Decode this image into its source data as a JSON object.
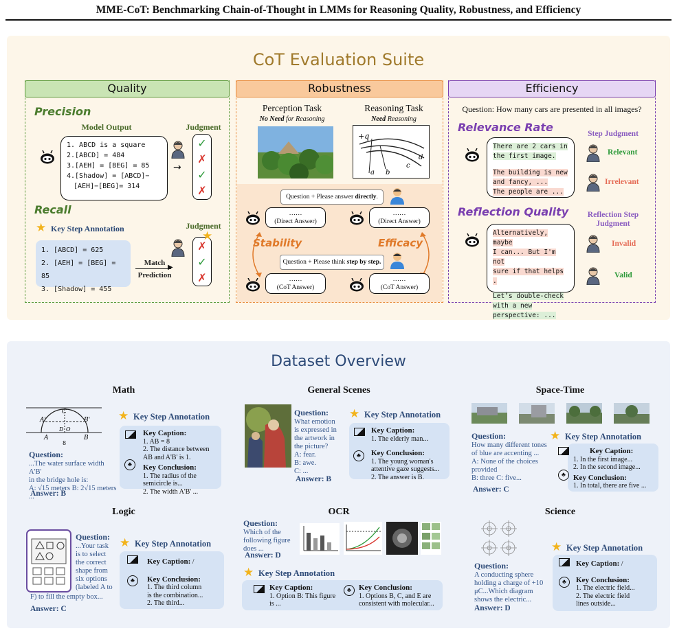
{
  "title": "MME-CoT: Benchmarking Chain-of-Thought in LMMs for Reasoning Quality, Robustness, and Efficiency",
  "suite_title": "CoT Evaluation Suite",
  "quality": {
    "header": "Quality",
    "precision": "Precision",
    "model_output": "Model Output",
    "judgment": "Judgment",
    "output_lines": [
      "1. ABCD is a square",
      "2.[ABCD] = 484",
      "3.[AEH] = [BEG] = 85",
      "4.[Shadow] = [ABCD]−",
      "[AEH]−[BEG]= 314"
    ],
    "recall": "Recall",
    "key_step": "Key Step Annotation",
    "judgment2": "Judgment",
    "recall_lines": [
      "1. [ABCD] = 625",
      "2. [AEH] = [BEG] = 85",
      "3. [Shadow] = 455"
    ],
    "match": "Match",
    "prediction": "Prediction"
  },
  "robustness": {
    "header": "Robustness",
    "perception": "Perception Task",
    "no_need_1": "No Need",
    "no_need_2": " for Reasoning",
    "reasoning": "Reasoning Task",
    "need_1": "Need",
    "need_2": " Reasoning",
    "prompt1_a": "Question + Please answer ",
    "prompt1_b": "directly",
    "prompt1_c": ".",
    "dots": "……",
    "direct": "(Direct Answer)",
    "stability": "Stability",
    "efficacy": "Efficacy",
    "prompt2_a": "Question + Please think ",
    "prompt2_b": "step by step.",
    "cot": "(CoT Answer)"
  },
  "efficiency": {
    "header": "Efficiency",
    "question": "Question: How many cars are presented in all images?",
    "relevance": "Relevance Rate",
    "step_judgment": "Step Judgment",
    "rel_lines": [
      "There are 2 cars in",
      "the first image."
    ],
    "irr_lines": [
      "The building is new",
      "and fancy, ...",
      "The people are ..."
    ],
    "relevant": "Relevant",
    "irrelevant": "Irrelevant",
    "reflection": "Reflection Quality",
    "refl_judgment_1": "Reflection Step",
    "refl_judgment_2": "Judgment",
    "inv_lines": [
      "Alternatively, maybe",
      "I can... But I'm not",
      "sure if that helps ."
    ],
    "val_lines": [
      "Let’s double-check",
      "with a new",
      "perspective: ..."
    ],
    "invalid": "Invalid",
    "valid": "Valid"
  },
  "overview_title": "Dataset Overview",
  "math": {
    "name": "Math",
    "question": "Question:",
    "q_lines": [
      "...The water surface width A'B'",
      "in the bridge hole is:",
      "A: √15 meters   B: 2√15 meters",
      "..."
    ],
    "answer": "Answer: B",
    "ksa": "Key Step Annotation",
    "caption_h": "Key Caption:",
    "caption": [
      "1. AB = 8",
      "2. The distance between",
      "AB and A'B' is 1."
    ],
    "concl_h": "Key Conclusion:",
    "concl": [
      "1. The radius of the",
      "semicircle is...",
      "2. The width A'B' ..."
    ],
    "fig": {
      "c": "C",
      "a1": "A'",
      "b1": "B'",
      "a": "A",
      "b": "B",
      "o": "O",
      "d": "D",
      "len": "8"
    }
  },
  "general": {
    "name": "General Scenes",
    "question": "Question:",
    "q_lines": [
      "What emotion",
      "is expressed in",
      "the artwork in",
      "the picture?",
      "A: fear.",
      "B: awe.",
      "C: ..."
    ],
    "answer": "Answer: B",
    "ksa": "Key Step Annotation",
    "caption_h": "Key Caption:",
    "caption": [
      "1. The elderly man..."
    ],
    "concl_h": "Key Conclusion:",
    "concl": [
      "1. The young woman's",
      "attentive gaze suggests...",
      "2. The answer is B."
    ]
  },
  "spacetime": {
    "name": "Space-Time",
    "question": "Question:",
    "q_lines": [
      "How many different tones",
      "of blue are accenting ...",
      "A: None of the choices",
      "provided",
      "B: three C: five..."
    ],
    "answer": "Answer: C",
    "ksa": "Key Step Annotation",
    "caption_h": "Key Caption:",
    "caption": [
      "1. In the first image...",
      "2. In the second image..."
    ],
    "concl_h": "Key Conclusion:",
    "concl": [
      "1. In total, there are five ..."
    ]
  },
  "logic": {
    "name": "Logic",
    "question": "Question:",
    "q_lines": [
      "...Your task",
      "is to select",
      "the correct",
      "shape from",
      "six options",
      "(labeled A to"
    ],
    "q_tail": "F) to fill the empty box...",
    "answer": "Answer: C",
    "ksa": "Key Step Annotation",
    "caption_h": "Key Caption:",
    "caption": "/",
    "concl_h": "Key Conclusion:",
    "concl": [
      "1. The third column",
      "is the combination...",
      "2. The third..."
    ]
  },
  "ocr": {
    "name": "OCR",
    "question": "Question:",
    "q_lines": [
      "Which of the",
      "following figure",
      "does ..."
    ],
    "answer": "Answer: D",
    "ksa": "Key Step Annotation",
    "caption_h": "Key Caption:",
    "caption": [
      "1. Option B: This figure",
      "is ..."
    ],
    "concl_h": "Key Conclusion:",
    "concl": [
      "1. Options B, C, and E are",
      "consistent with molecular..."
    ]
  },
  "science": {
    "name": "Science",
    "question": "Question:",
    "q_lines": [
      "A conducting sphere",
      "holding a charge of +10",
      "μC...Which diagram",
      "shows the electric..."
    ],
    "answer": "Answer: D",
    "ksa": "Key Step Annotation",
    "caption_h": "Key Caption:",
    "caption": "/",
    "concl_h": "Key Conclusion:",
    "concl": [
      "1. The electric field...",
      "2. The electric field",
      "lines outside..."
    ]
  },
  "colors": {
    "quality": "#5a9a3a",
    "robustness": "#e88a3a",
    "efficiency": "#7a3fb0",
    "overview": "#2e4b78"
  }
}
